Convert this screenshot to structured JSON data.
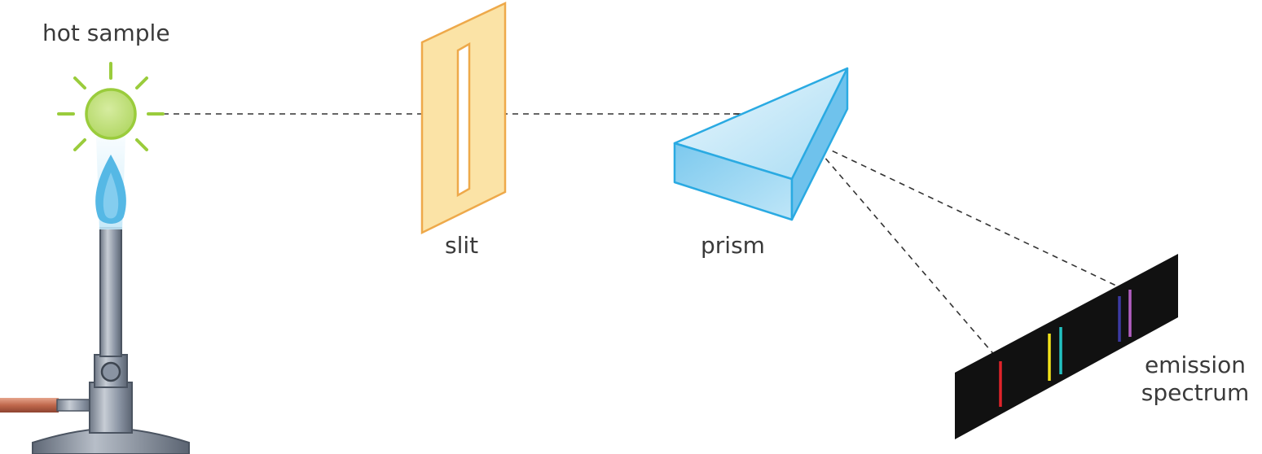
{
  "labels": {
    "hot_sample": "hot sample",
    "slit": "slit",
    "prism": "prism",
    "emission_line1": "emission",
    "emission_line2": "spectrum"
  },
  "colors": {
    "flame_outer": "#8fd3ee",
    "flame_inner": "#4fb5e3",
    "sample_fill": "#c3e07a",
    "sample_stroke": "#9acc3c",
    "rays": "#9acc3c",
    "slit_fill": "#fbe3a6",
    "slit_stroke": "#eea94a",
    "prism_fill": "#bfe6f8",
    "prism_stroke": "#2aaae2",
    "burner_metal": "#8a94a3",
    "burner_dark": "#4b5461",
    "hose": "#c97b60",
    "spectrum_bg": "#111111"
  },
  "spectrum_lines": [
    {
      "color": "#e0232a"
    },
    {
      "color": "#f2e21a"
    },
    {
      "color": "#22c3c3"
    },
    {
      "color": "#3c3aa3"
    },
    {
      "color": "#b35fc2"
    }
  ]
}
